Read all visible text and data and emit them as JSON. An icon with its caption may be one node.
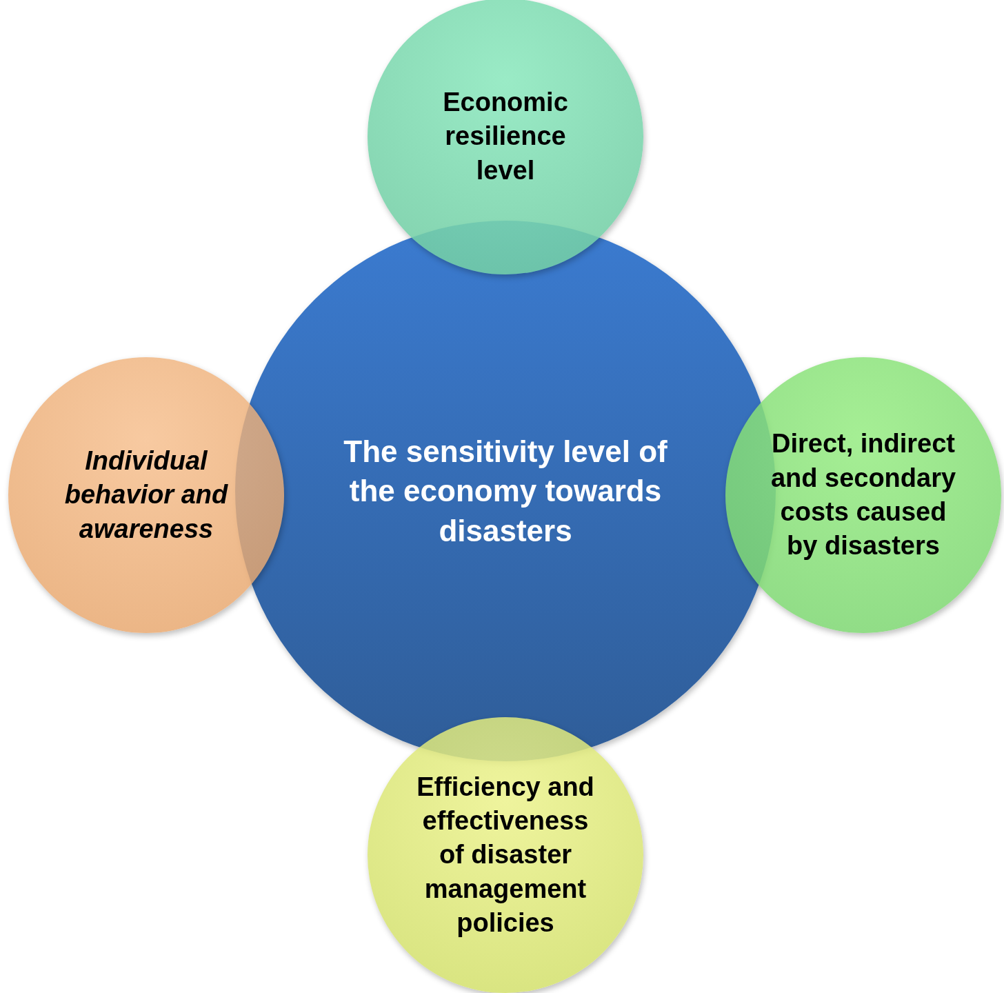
{
  "diagram": {
    "nodes": [
      {
        "text": [
          "Economic resilience level"
        ]
      },
      {
        "text": [
          "Individual behavior and awareness"
        ]
      },
      {
        "text": [
          "The sensitivity level of the economy towards disasters"
        ]
      },
      {
        "text": [
          "Direct, indirect and secondary costs caused by disasters"
        ]
      },
      {
        "text": [
          "Efficiency and effectiveness of disaster management policies"
        ]
      }
    ]
  }
}
